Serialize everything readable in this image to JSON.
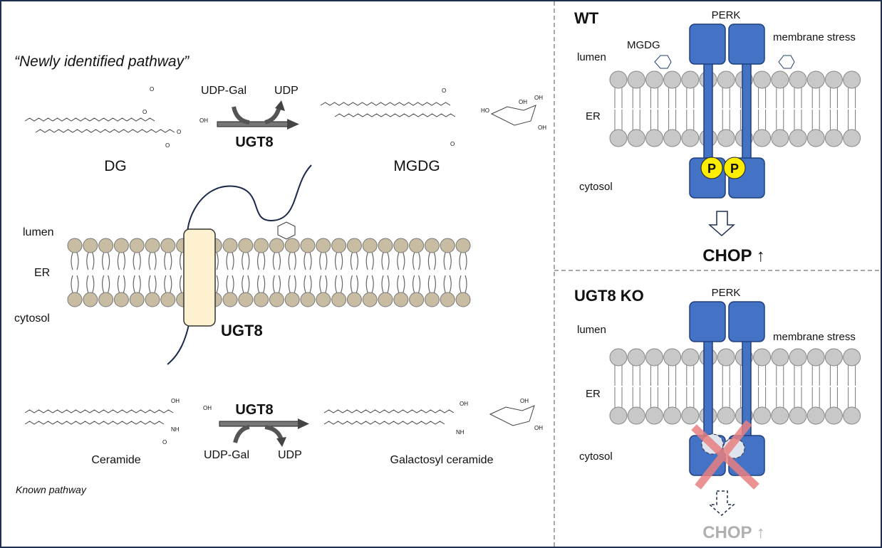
{
  "left": {
    "new_pathway_title": "“Newly identified pathway”",
    "top_reaction": {
      "substrate": "DG",
      "product": "MGDG",
      "donor": "UDP-Gal",
      "byproduct": "UDP",
      "enzyme": "UGT8"
    },
    "membrane": {
      "lumen": "lumen",
      "er": "ER",
      "cytosol": "cytosol",
      "protein": "UGT8",
      "head_color": "#c8bca2",
      "protein_color": "#fdf1cf"
    },
    "bottom_reaction": {
      "substrate": "Ceramide",
      "product": "Galactosyl ceramide",
      "donor": "UDP-Gal",
      "byproduct": "UDP",
      "enzyme": "UGT8"
    },
    "known_pathway_label": "Known pathway"
  },
  "wt": {
    "title": "WT",
    "perk": "PERK",
    "mgdg": "MGDG",
    "stress": "membrane stress",
    "lumen": "lumen",
    "er": "ER",
    "cytosol": "cytosol",
    "phospho": [
      "P",
      "P"
    ],
    "output": "CHOP ↑"
  },
  "ko": {
    "title": "UGT8 KO",
    "perk": "PERK",
    "stress": "membrane stress",
    "lumen": "lumen",
    "er": "ER",
    "cytosol": "cytosol",
    "output": "CHOP ↑"
  },
  "colors": {
    "perk": "#4472c4",
    "phospho": "#ffee00",
    "lipid_head": "#c8c8c8",
    "border": "#1f2f4f",
    "inhibit": "#f08080",
    "faded": "#b0b0b0"
  }
}
